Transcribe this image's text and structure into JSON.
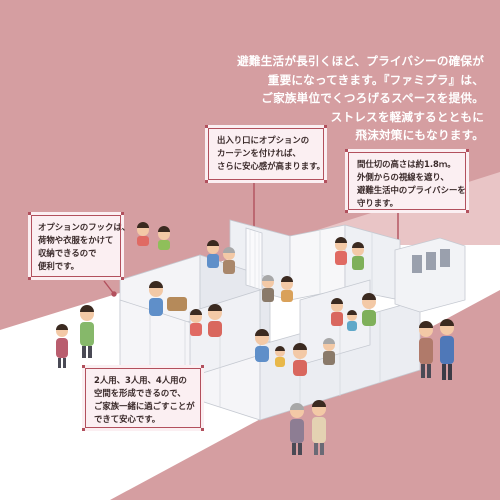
{
  "headline": {
    "lines": [
      "避難生活が長引くほど、プライバシーの確保が",
      "重要になってきます。『ファミプラ』は、",
      "ご家族単位でくつろげるスペースを提供。",
      "ストレスを軽減するとともに",
      "飛沫対策にもなります。"
    ]
  },
  "callouts": {
    "curtain": {
      "lines": [
        "出入り口にオプションの",
        "カーテンを付ければ、",
        "さらに安心感が高まります。"
      ]
    },
    "partition": {
      "lines": [
        "間仕切の高さは約1.8ｍ。",
        "外側からの視線を遮り、",
        "避難生活中のプライバシーを",
        "守ります。"
      ]
    },
    "hook": {
      "lines": [
        "オプションのフックは、",
        "荷物や衣服をかけて",
        "収納できるので",
        "便利です。"
      ]
    },
    "capacity": {
      "lines": [
        "2人用、3人用、4人用の",
        "空間を形成できるので、",
        "ご家族一緒に過ごすことが",
        "できて安心です。"
      ]
    }
  },
  "colors": {
    "band": "#d59ea1",
    "band_light": "#e9c5c6",
    "accent": "#b2505d",
    "callout_bg": "#fbeff2",
    "panel": "#f2f2f4",
    "panel_shade": "#c9ccd3"
  }
}
